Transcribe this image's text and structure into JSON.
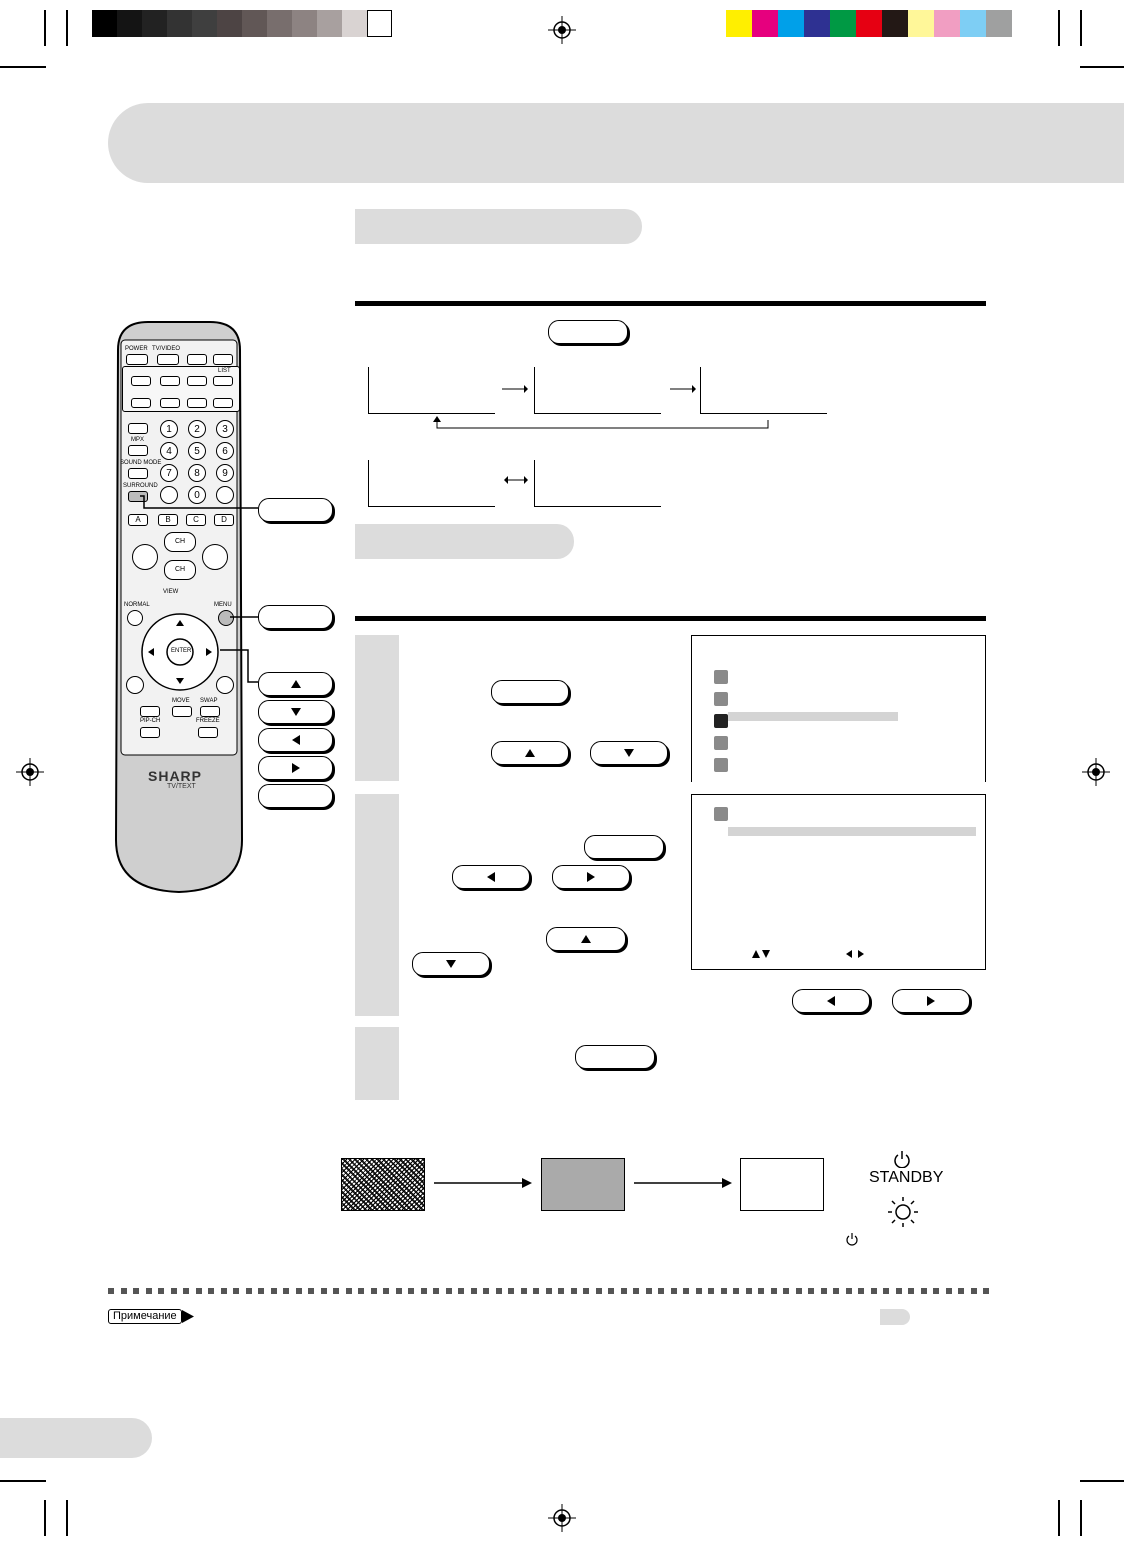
{
  "colors": {
    "grayscale_bar": [
      "#000000",
      "#141414",
      "#222222",
      "#333333",
      "#3f3f3f",
      "#4d4444",
      "#615756",
      "#786e6d",
      "#8d8382",
      "#a8a09f",
      "#d9d3d2",
      "#ffffff"
    ],
    "color_bar": [
      "#ffef00",
      "#e6007e",
      "#00a0e9",
      "#2e3192",
      "#009944",
      "#e60012",
      "#231815",
      "#fff799",
      "#f19ec2",
      "#7ecef4",
      "#9fa0a0"
    ],
    "accent_gray": "#dcdcdc"
  },
  "remote": {
    "power": "POWER",
    "tv_video": "TV/VIDEO",
    "list": "LIST",
    "mpx": "MPX",
    "sound_mode": "SOUND MODE",
    "surround": "SURROUND",
    "letters": [
      "A",
      "B",
      "C",
      "D"
    ],
    "digits": [
      "1",
      "2",
      "3",
      "4",
      "5",
      "6",
      "7",
      "8",
      "9",
      "0"
    ],
    "ch_up": "CH",
    "ch_down": "CH",
    "view": "VIEW",
    "normal": "NORMAL",
    "menu": "MENU",
    "enter": "ENTER",
    "move": "MOVE",
    "swap": "SWAP",
    "pip_ch": "PIP-CH",
    "freeze": "FREEZE",
    "brand": "SHARP",
    "model": "TV/TEXT"
  },
  "standby": {
    "label": "STANDBY"
  },
  "note": {
    "label": "Примечание"
  }
}
